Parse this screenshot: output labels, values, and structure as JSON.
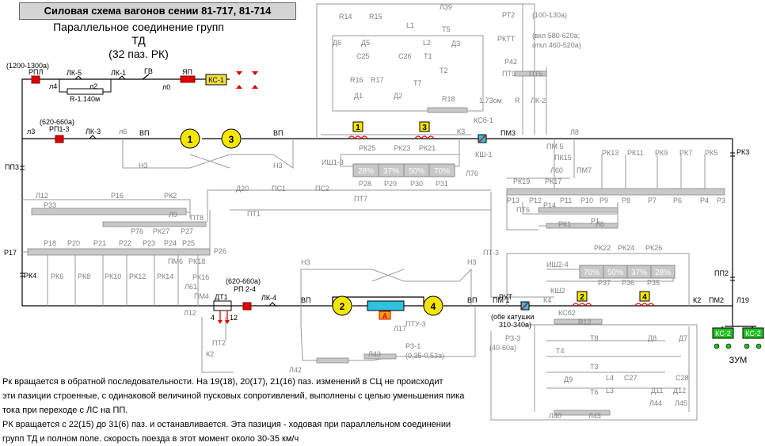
{
  "title": "Силовая схема вагонов сении 81-717, 81-714",
  "subtitle_line1": "Параллельное соединение групп ТД",
  "subtitle_line2": "(32 паз. РК)",
  "notes": [
    "Рк вращается в обратной последовательности. На 19(18), 20(17), 21(16) паз. изменений в СЦ не происходит",
    "эти пазиции строенные, с одинаковой величиной пусковых сопротивлений, выполнены  с целью уменьшения пика",
    "тока при переходе с ЛС на ПП.",
    "РК вращается с 22(15) до 31(6) паз. и останавливается. Эта пазиция - ходовая при параллельном соединении",
    "групп ТД и полном поле. скорость поезда в этот момент около 30-35 км/ч"
  ],
  "colors": {
    "wire": "#000000",
    "inactive": "#b0b0b0",
    "motor": "#f5e600",
    "contactor": "#e00000",
    "kc_box": "#f0e040",
    "zum_box": "#20c020",
    "rk_bar": "#c8c8c8"
  },
  "labels": {
    "rpl_rating": "(1200-1300а)",
    "rpl": "РПЛ",
    "l4": "л4",
    "lk5": "ЛК-5",
    "l2": "л2",
    "lk1": "ЛК-1",
    "gv": "ГВ",
    "l0": "л0",
    "yap": "ЯП",
    "kc1": "КС-1",
    "r_value": "R-1.140м",
    "rp13_rating": "(620-660а)",
    "rp13": "РП1-3",
    "l3": "л3",
    "lk3": "ЛК-3",
    "l6": "л6",
    "vp": "ВП",
    "n3": "Н3",
    "pp3": "ПП3",
    "p17": "Р17",
    "rk4": "РК4",
    "rp24_rating": "(620-660а)",
    "rp24": "РП 2-4",
    "lk4": "ЛК-4",
    "dt1": "ДТ1",
    "dt_4": "4",
    "dt_12": "12",
    "pt2": "ПТ2",
    "k2": "К2",
    "l42": "Л42",
    "l43": "Л43",
    "l17": "Л17",
    "ptu3": "ПТУ-3",
    "rz1": "РЗ-1",
    "rz1_val": "(0,35-0,53а)",
    "pt3": "ПТ-3",
    "pm1": "ПМ 1",
    "rut": "РУТ",
    "rut_coil": "(обе катушки",
    "rut_coil2": "310-340а)",
    "pm3": "ПМ3",
    "k3": "К3",
    "ksh1": "КШ-1",
    "kcb1": "КСб-1",
    "l76": "Л76",
    "l8": "Л8",
    "l39": "Л39",
    "r14": "R14",
    "r15": "R15",
    "d6": "Д6",
    "d5": "Д5",
    "l1": "L1",
    "l2c": "L2",
    "t5": "Т5",
    "d3": "Д3",
    "c25": "С25",
    "c26": "С26",
    "t1": "Т1",
    "t2": "Т2",
    "r16": "R16",
    "r17": "R17",
    "t7": "Т7",
    "d1": "Д1",
    "d2": "Д2",
    "r18": "R18",
    "rt2": "РТ2",
    "rt2_val": "(100-130а)",
    "rktt": "РКТТ",
    "rktt_val1": "(вкл 580-620а;",
    "rktt_val2": "откл 460-520а)",
    "r42": "Р42",
    "pt9": "ПТ9",
    "pt5": "ПТ5",
    "r_173": "1.73ом",
    "r_sym": "R",
    "lk2": "ЛК-2",
    "pm5": "ПМ 5",
    "pk15": "ПК15",
    "pm7": "ПМ7",
    "l60": "Л60",
    "rk3": "РК3",
    "rk13": "РК13",
    "rk11": "РК11",
    "rk9": "РК9",
    "rk7": "РК7",
    "rk5": "РК5",
    "rk19": "РК19",
    "rk17": "РК17",
    "p13": "Р13",
    "p12": "Р12",
    "p11": "Р11",
    "p10": "Р10",
    "p9": "Р9",
    "p8": "Р8",
    "p7": "Р7",
    "p6": "Р6",
    "p4": "Р4",
    "p3": "Р3",
    "pt6": "ПТ6",
    "p14": "Р14",
    "rk1": "РК1",
    "p1": "Р1",
    "l8b": "Л8",
    "ish13": "ИШ1-3",
    "rk25": "РК25",
    "rk23": "РК23",
    "rk21": "РК21",
    "p28": "Р28",
    "p29": "Р29",
    "p30": "Р30",
    "p31": "Р31",
    "pct28": "28%",
    "pct37": "37%",
    "pct50": "50%",
    "pct70": "70%",
    "d20": "Д20",
    "ps1": "ПС1",
    "ps2": "ПС2",
    "pt1": "ПТ1",
    "pt7": "ПТ7",
    "l12": "Л12",
    "p16": "Р16",
    "rk2": "РК2",
    "p33": "Р33",
    "l9": "Л9",
    "pt8": "ПТ8",
    "p76": "Р76",
    "rk27": "РК27",
    "p27": "Р27",
    "p18": "Р18",
    "p20": "Р20",
    "p21": "Р21",
    "p22": "Р22",
    "p23": "Р23",
    "p24": "Р24",
    "p25": "Р25",
    "p26": "Р26",
    "rk6": "РК6",
    "rk8": "РК8",
    "rk10": "РК10",
    "rk12": "РК12",
    "rk14": "РК14",
    "pm6": "ПМ6",
    "rk18": "РК18",
    "rk16": "РК16",
    "l61": "Л61",
    "pm4": "ПМ4",
    "l12b": "Л12",
    "ish24": "ИШ2-4",
    "rk22": "РК22",
    "rk24": "РК24",
    "rk26": "РК26",
    "p37": "Р37",
    "p36": "Р36",
    "p35": "Р35",
    "ksh2": "КШ2",
    "k4": "К4",
    "kcb2": "КСб2",
    "r12": "R12",
    "k2b": "К2",
    "pm2": "ПМ2",
    "pp2": "ПП2",
    "l19": "Л19",
    "rz3": "РЗ-3",
    "rz3_val": "(40-60а)",
    "t8": "Т8",
    "d8": "Д8",
    "d7": "Д7",
    "t4": "Т4",
    "t3": "Т3",
    "l4c": "L4",
    "c27": "С27",
    "c28": "С28",
    "d9": "Д9",
    "t6": "Т6",
    "l3c": "L3",
    "d11": "Д11",
    "d12": "Д12",
    "l44": "Л44",
    "l45": "Л45",
    "l40": "Л40",
    "l43b": "Л43",
    "kc2a": "КС-2",
    "kc2b": "КС-2",
    "zum": "ЗУМ",
    "a": "А"
  },
  "motors": [
    "1",
    "3",
    "2",
    "4"
  ],
  "field_coils": [
    "1",
    "3",
    "2",
    "4"
  ]
}
